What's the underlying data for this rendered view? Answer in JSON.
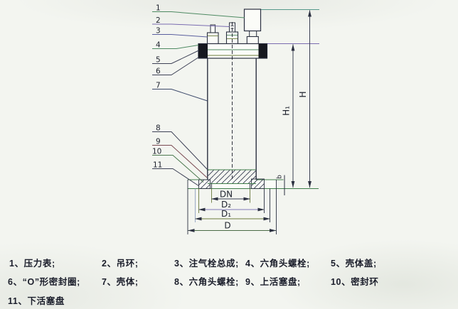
{
  "diagram": {
    "part_numbers": [
      "1",
      "2",
      "3",
      "4",
      "5",
      "6",
      "7",
      "8",
      "9",
      "10",
      "11"
    ],
    "dimensions": {
      "h": "H",
      "h1": "H₁",
      "dn": "DN",
      "d2": "D₂",
      "d1": "D₁",
      "d": "D",
      "b": "b"
    }
  },
  "legend": {
    "row1": [
      "1、压力表;",
      "2、吊环;",
      "3、注气栓总成;",
      "4、六角头螺栓;",
      "5、壳体盖;"
    ],
    "row2": [
      "6、“O”形密封圈;",
      "7、壳体;",
      "8、六角头螺栓;",
      "9、上活塞盘;",
      "10、密封环"
    ],
    "row3": [
      "11、下活塞盘"
    ]
  }
}
